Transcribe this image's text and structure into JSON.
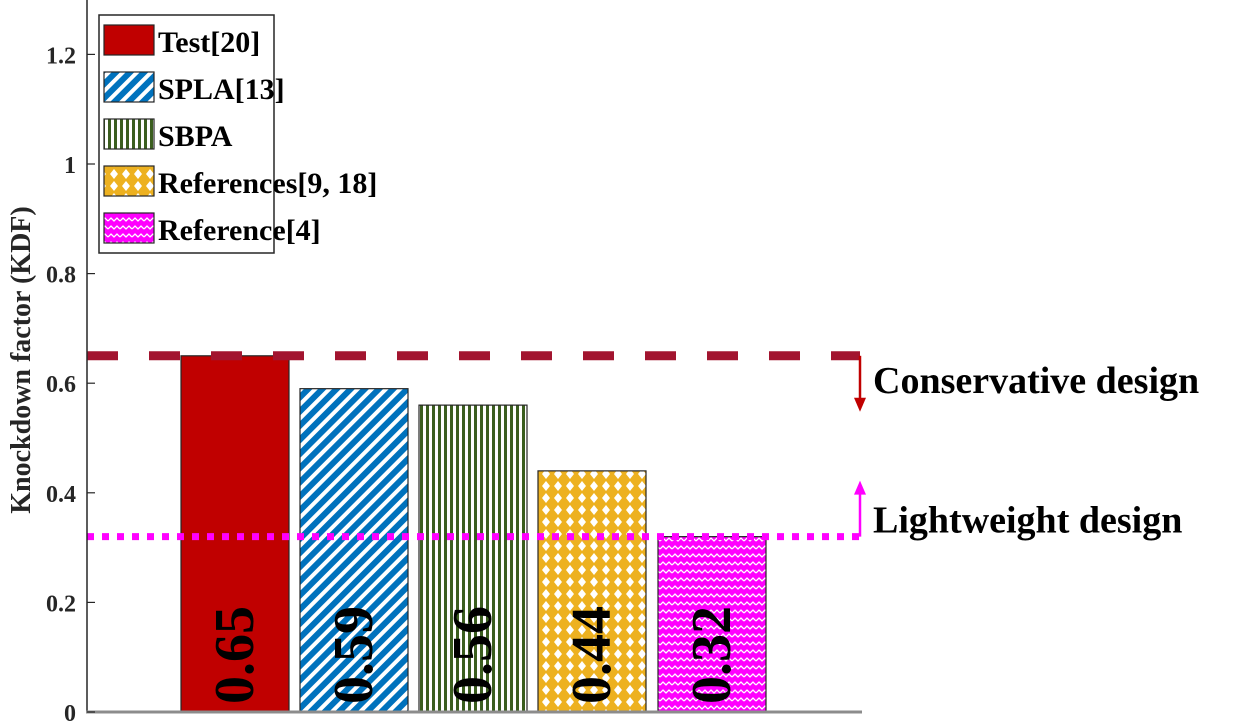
{
  "chart_data": {
    "type": "bar",
    "title": "",
    "xlabel": "",
    "ylabel": "Knockdown factor (KDF)",
    "ylim": [
      0,
      1.3
    ],
    "yticks": [
      0,
      0.2,
      0.4,
      0.6,
      0.8,
      1,
      1.2
    ],
    "ytick_labels": [
      "0",
      "0.2",
      "0.4",
      "0.6",
      "0.8",
      "1",
      "1.2"
    ],
    "grid": false,
    "legend_position": "top-left",
    "categories": [
      "Test[20]",
      "SPLA[13]",
      "SBPA",
      "References[9, 18]",
      "Reference[4]"
    ],
    "values": [
      0.65,
      0.59,
      0.56,
      0.44,
      0.32
    ],
    "value_labels": [
      "0.65",
      "0.59",
      "0.56",
      "0.44",
      "0.32"
    ],
    "series_styles": [
      {
        "name": "Test[20]",
        "color": "#C00000",
        "pattern": "solid"
      },
      {
        "name": "SPLA[13]",
        "color": "#0072BD",
        "pattern": "diagonal"
      },
      {
        "name": "SBPA",
        "color": "#3B5E1F",
        "pattern": "vertical"
      },
      {
        "name": "References[9, 18]",
        "color": "#EDB120",
        "pattern": "dots"
      },
      {
        "name": "Reference[4]",
        "color": "#FF00FF",
        "pattern": "wave"
      }
    ],
    "reference_lines": [
      {
        "name": "conservative-line",
        "y": 0.65,
        "style": "dashed",
        "color": "#A2142F",
        "label": "Conservative design",
        "arrow": "down",
        "arrow_color": "#C00000"
      },
      {
        "name": "lightweight-line",
        "y": 0.32,
        "style": "dotted",
        "color": "#FF00FF",
        "label": "Lightweight design",
        "arrow": "up",
        "arrow_color": "#FF00FF"
      }
    ]
  }
}
